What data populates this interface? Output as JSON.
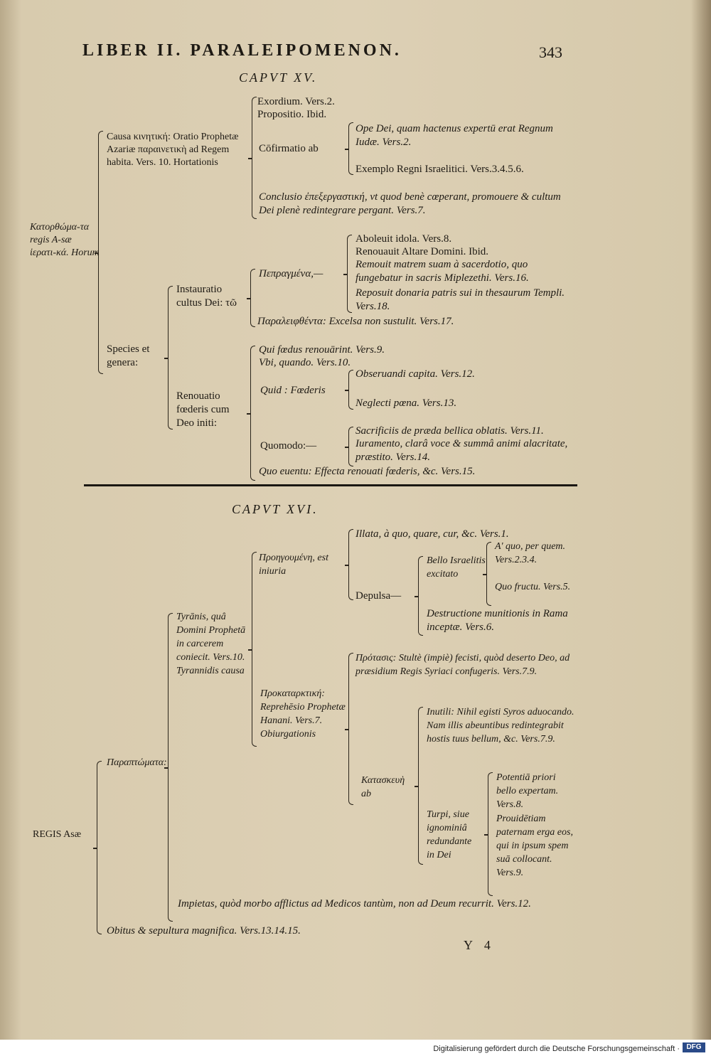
{
  "header": {
    "title": "LIBER II. PARALEIPOMENON.",
    "page_number": "343"
  },
  "chapter15": {
    "heading": "CAPVT XV.",
    "root": "Κατορθώμα-τα regis A-sæ ἱερατι-κά. Horum",
    "causa": "Causa κινητική: Oratio Prophetæ Azariæ παραινετικὴ ad Regem habita. Vers. 10. Hortationis",
    "exordium": "Exordium. Vers.2.",
    "propositio": "Propositio. Ibid.",
    "confirmatio": "Cōfirmatio ab",
    "ope": "Ope Dei, quam hactenus expertū erat Regnum Iudæ. Vers.2.",
    "exemplo": "Exemplo Regni Israelitici. Vers.3.4.5.6.",
    "conclusio": "Conclusio ἐπεξεργαστική, vt quod benè cœperant, promouere & cultum Dei plenè redintegrare pergant. Vers.7.",
    "species": "Species et genera:",
    "instauratio": "Instauratio cultus Dei: τῶ",
    "pepragmena": "Πεπραγμένα,—",
    "aboleuit": "Aboleuit idola. Vers.8.",
    "renouauit": "Renouauit Altare Domini. Ibid.",
    "remouit": "Remouit matrem suam à sacerdotio, quo fungebatur in sacris Miplezethi. Vers.16.",
    "reposuit": "Reposuit donaria patris sui in thesaurum Templi. Vers.18.",
    "paraleiphthenta": "Παραλειφθέντα: Excelsa non sustulit. Vers.17.",
    "renouatio": "Renouatio fœderis cum Deo initi:",
    "qui": "Qui fœdus renouārint. Vers.9.",
    "vbi": "Vbi, quando. Vers.10.",
    "quid": "Quid : Fœderis",
    "obseruandi": "Obseruandi capita. Vers.12.",
    "neglecti": "Neglecti pœna. Vers.13.",
    "quomodo": "Quomodo:—",
    "sacrificiis": "Sacrificiis de præda bellica oblatis. Vers.11.",
    "iuramento": "Iuramento, clarâ voce & summâ animi alacritate, præstito. Vers.14.",
    "quo_euentu": "Quo euentu: Effecta renouati fœderis, &c. Vers.15."
  },
  "chapter16": {
    "heading": "CAPVT XVI.",
    "root": "REGIS Asæ",
    "paraptomata": "Παραπτώματα:",
    "tyrannis": "Tyrānis, quâ Domini Prophetā in carcerem coniecit. Vers.10. Tyrannidis causa",
    "proegoumene": "Προηγουμένη, est iniuria",
    "illata": "Illata, à quo, quare, cur, &c. Vers.1.",
    "depulsa": "Depulsa—",
    "bello": "Bello Israelitis excitato",
    "a_quo": "A' quo, per quem. Vers.2.3.4.",
    "quo_fructu": "Quo fructu. Vers.5.",
    "destructione": "Destructione munitionis in Rama inceptæ. Vers.6.",
    "prokatarktike": "Προκαταρκτική: Reprehēsio Prophetæ Hanani. Vers.7. Obiurgationis",
    "protasis": "Πρότασις: Stultè (impiè) fecisti, quòd deserto Deo, ad præsidium Regis Syriaci confugeris. Vers.7.9.",
    "kataskeue": "Κατασκευὴ ab",
    "inutili": "Inutili: Nihil egisti Syros aduocando. Nam illis abeuntibus redintegrabit hostis tuus bellum, &c. Vers.7.9.",
    "turpi": "Turpi, siue ignominiâ redundante in Dei",
    "potentia": "Potentiā priori bello expertam. Vers.8.",
    "prouidetiam": "Prouidētiam paternam erga eos, qui in ipsum spem suā collocant. Vers.9.",
    "impietas": "Impietas, quòd morbo afflictus ad Medicos tantùm, non ad Deum recurrit. Vers.12.",
    "obitus": "Obitus & sepultura magnifica. Vers.13.14.15."
  },
  "signature": "Y 4",
  "footer": {
    "credit": "Digitalisierung gefördert durch die Deutsche Forschungsgemeinschaft ·",
    "logo": "DFG"
  }
}
